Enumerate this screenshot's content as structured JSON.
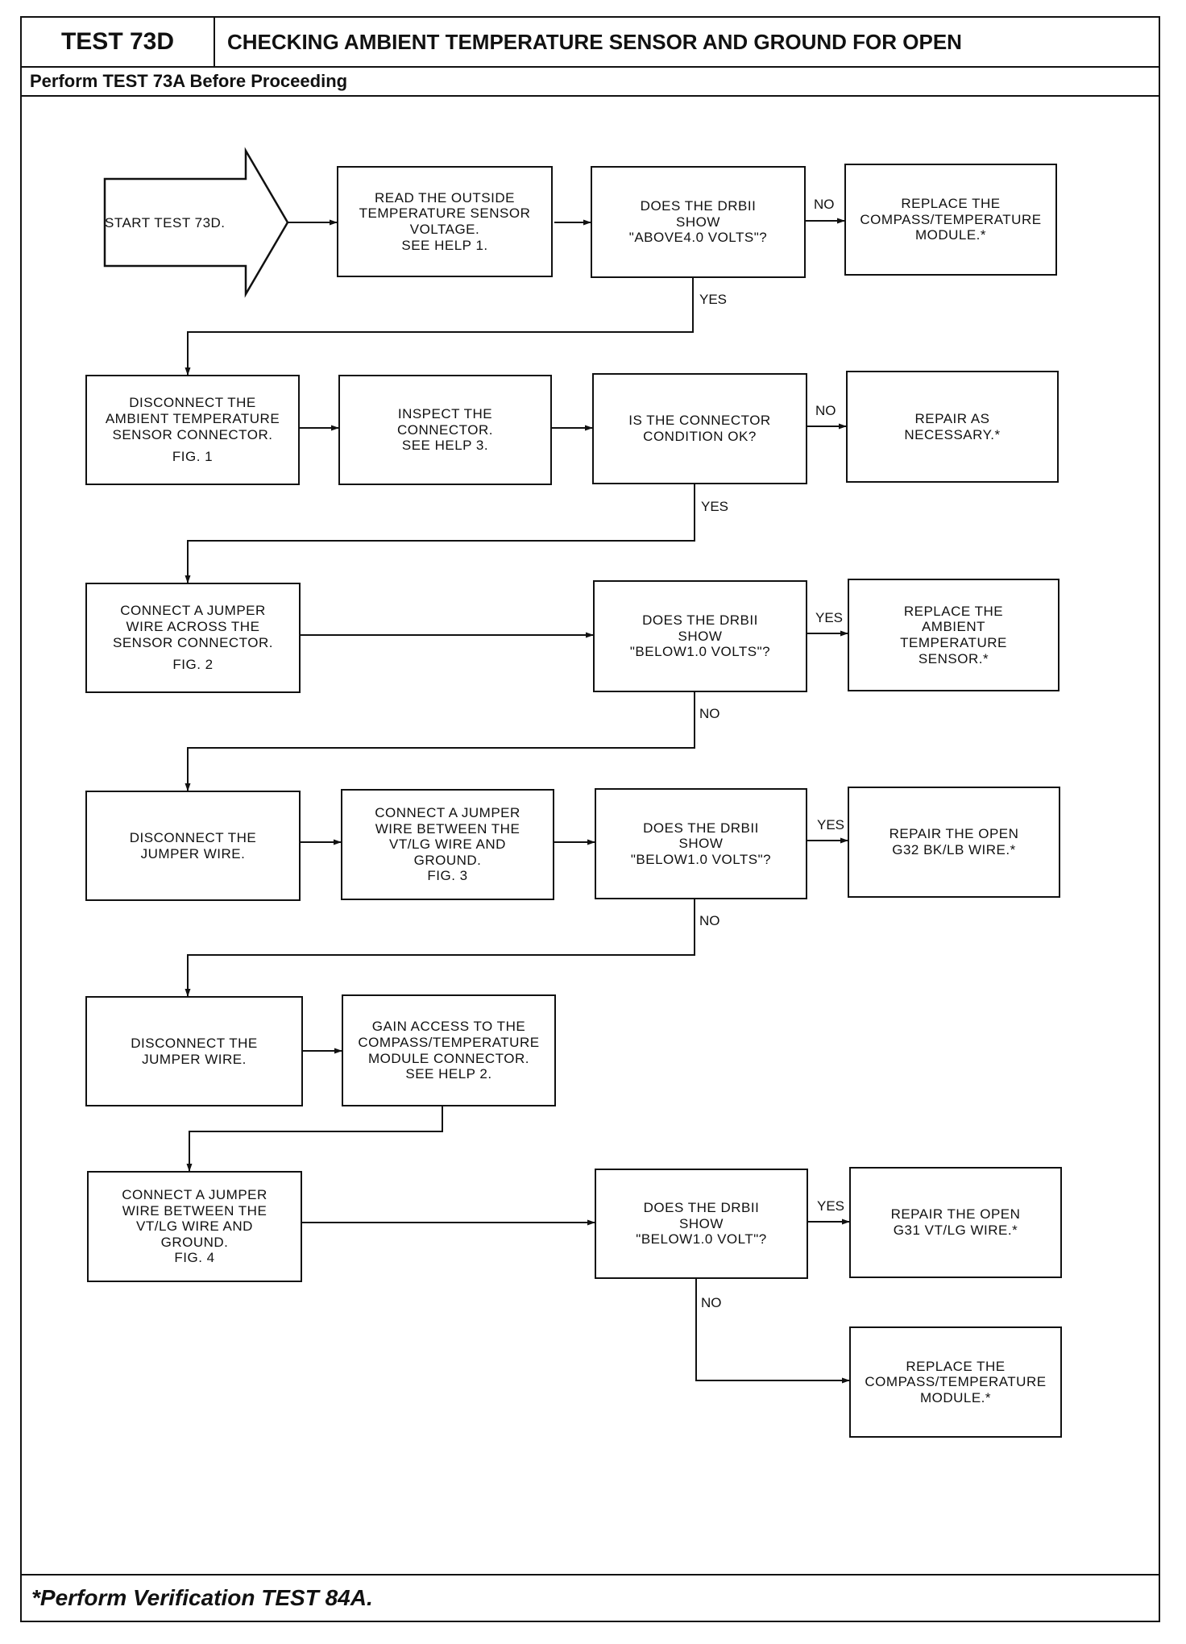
{
  "header": {
    "test_id": "TEST 73D",
    "title": "CHECKING AMBIENT TEMPERATURE SENSOR AND GROUND FOR OPEN",
    "prerequisite": "Perform TEST 73A Before Proceeding"
  },
  "footer": {
    "note": "*Perform Verification TEST 84A."
  },
  "flow": {
    "start": "START TEST 73D.",
    "read_voltage": "READ THE OUTSIDE\nTEMPERATURE SENSOR\nVOLTAGE.\nSEE HELP 1.",
    "q_above4": "DOES THE DRBII\nSHOW\n\"ABOVE4.0 VOLTS\"?",
    "replace_module_1": "REPLACE THE\nCOMPASS/TEMPERATURE\nMODULE.*",
    "disconnect_sensor": "DISCONNECT THE\nAMBIENT TEMPERATURE\nSENSOR CONNECTOR.",
    "disconnect_sensor_fig": "FIG. 1",
    "inspect_connector": "INSPECT THE\nCONNECTOR.\nSEE HELP 3.",
    "q_connector_ok": "IS THE CONNECTOR\nCONDITION OK?",
    "repair_necessary": "REPAIR AS\nNECESSARY.*",
    "connect_jumper_sensor": "CONNECT A JUMPER\nWIRE ACROSS THE\nSENSOR CONNECTOR.",
    "connect_jumper_sensor_fig": "FIG. 2",
    "q_below1_a": "DOES THE DRBII\nSHOW\n\"BELOW1.0 VOLTS\"?",
    "replace_sensor": "REPLACE THE\nAMBIENT\nTEMPERATURE\nSENSOR.*",
    "disconnect_jumper_1": "DISCONNECT THE\nJUMPER WIRE.",
    "connect_jumper_ground_1": "CONNECT A JUMPER\nWIRE BETWEEN THE\nVT/LG WIRE AND\nGROUND.\nFIG. 3",
    "q_below1_b": "DOES THE DRBII\nSHOW\n\"BELOW1.0 VOLTS\"?",
    "repair_g32": "REPAIR THE OPEN\nG32 BK/LB WIRE.*",
    "disconnect_jumper_2": "DISCONNECT THE\nJUMPER WIRE.",
    "gain_access": "GAIN ACCESS TO THE\nCOMPASS/TEMPERATURE\nMODULE CONNECTOR.\nSEE HELP 2.",
    "connect_jumper_ground_2": "CONNECT A JUMPER\nWIRE BETWEEN THE\nVT/LG WIRE AND\nGROUND.\nFIG. 4",
    "q_below1_c": "DOES THE DRBII\nSHOW\n\"BELOW1.0 VOLT\"?",
    "repair_g31": "REPAIR THE OPEN\nG31 VT/LG WIRE.*",
    "replace_module_2": "REPLACE THE\nCOMPASS/TEMPERATURE\nMODULE.*"
  },
  "labels": {
    "no_1": "NO",
    "yes_1": "YES",
    "no_2": "NO",
    "yes_2": "YES",
    "yes_3": "YES",
    "no_3": "NO",
    "yes_4": "YES",
    "no_4": "NO",
    "yes_5": "YES",
    "no_5": "NO"
  }
}
